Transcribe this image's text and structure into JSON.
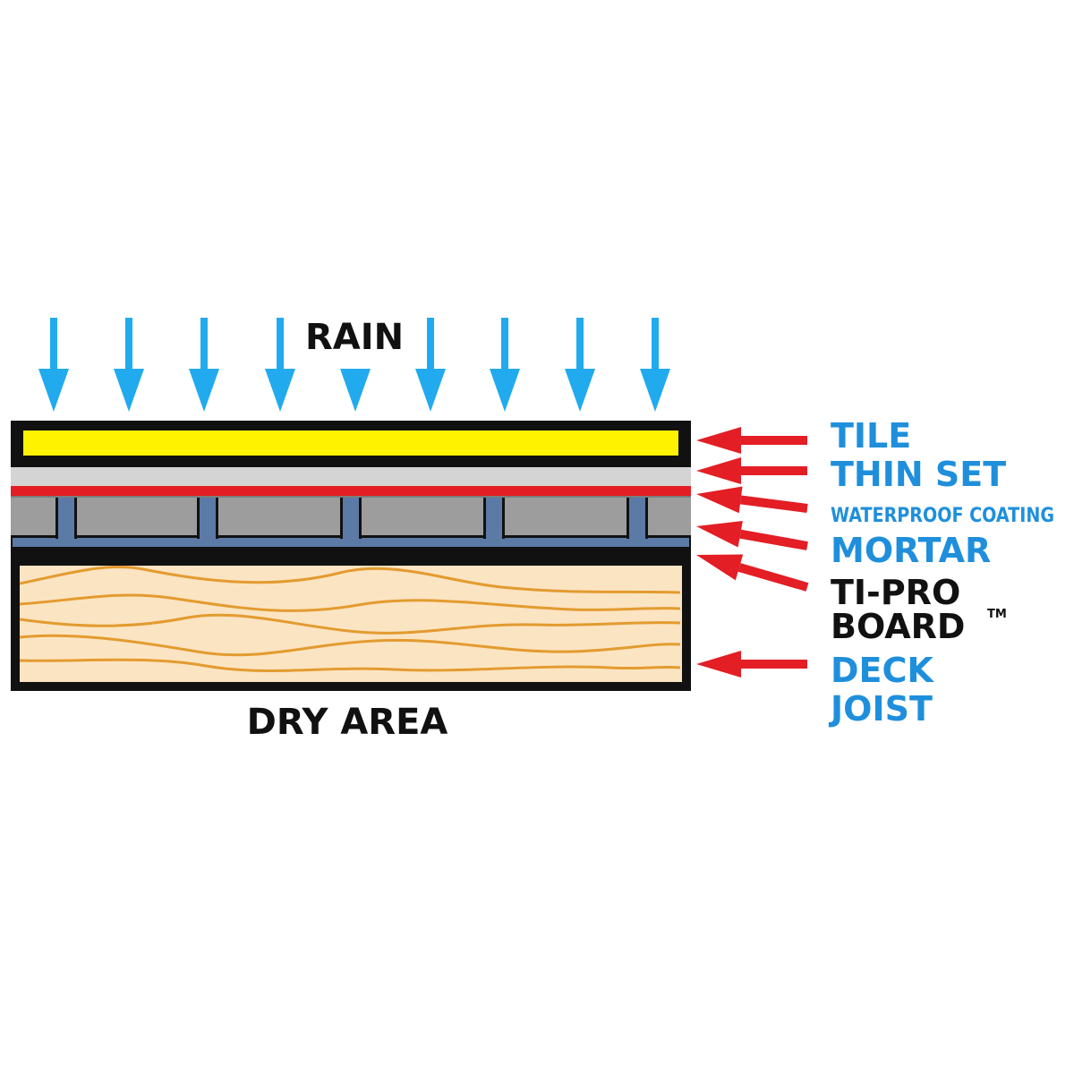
{
  "title_top": "RAIN",
  "title_bottom": "DRY AREA",
  "labels": {
    "tile": "TILE",
    "thin_set": "THIN SET",
    "waterproof": "WATERPROOF COATING",
    "mortar": "MORTAR",
    "tipro_line1": "TI-PRO",
    "tipro_line2": "BOARD",
    "trademark": "TM",
    "deck_line1": "DECK",
    "deck_line2": "JOIST"
  },
  "colors": {
    "rain_arrow": "#22aaee",
    "pointer_arrow": "#e31e24",
    "label_blue": "#1f8fdc",
    "label_black": "#111111",
    "tile_yellow": "#fff200",
    "thin_set": "#d4d4d4",
    "waterproof": "#e31e24",
    "mortar": "#9d9d9d",
    "board": "#5b7aa6",
    "wood": "#fbe4c2",
    "wood_grain": "#e39b2f",
    "outline": "#111111"
  },
  "icons": {
    "rain": "arrow-down-icon",
    "pointer": "arrow-left-icon"
  }
}
